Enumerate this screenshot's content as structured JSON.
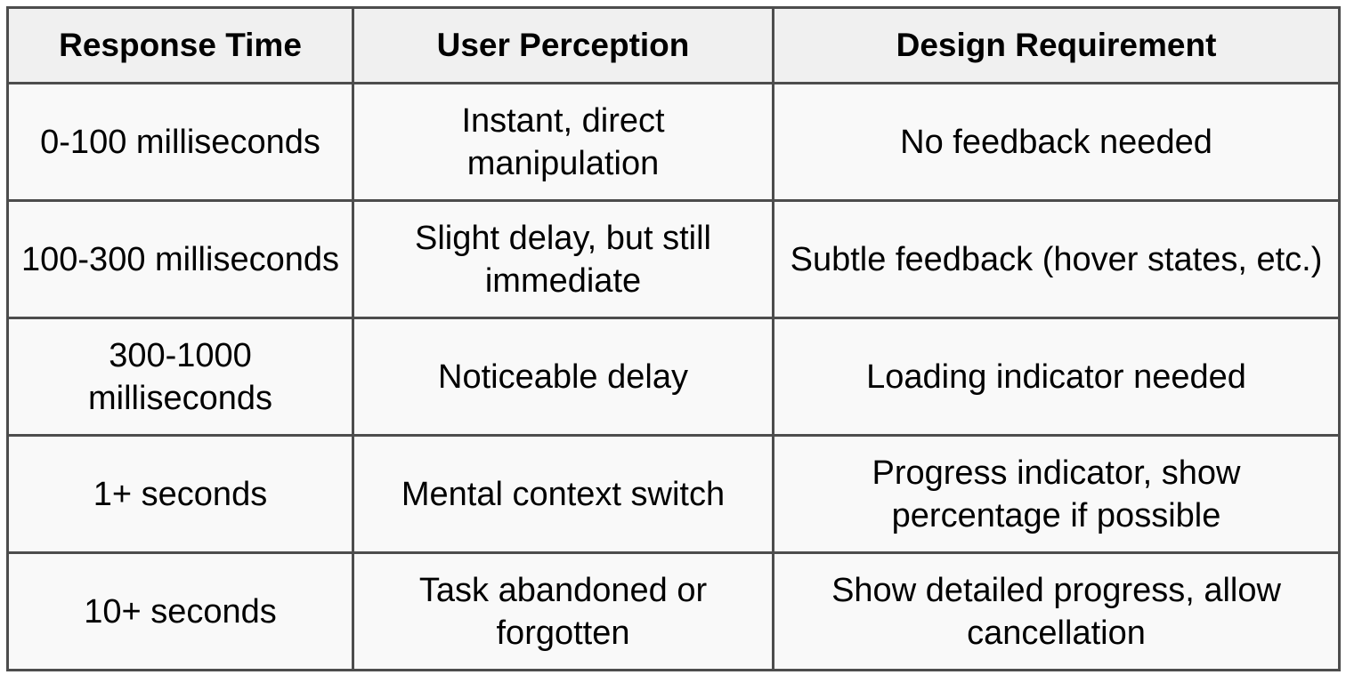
{
  "table": {
    "headers": [
      "Response Time",
      "User Perception",
      "Design Requirement"
    ],
    "rows": [
      [
        "0-100 milliseconds",
        "Instant, direct manipulation",
        "No feedback needed"
      ],
      [
        "100-300 milliseconds",
        "Slight delay, but still immediate",
        "Subtle feedback (hover states, etc.)"
      ],
      [
        "300-1000 milliseconds",
        "Noticeable delay",
        "Loading indicator needed"
      ],
      [
        "1+ seconds",
        "Mental context switch",
        "Progress indicator, show percentage if possible"
      ],
      [
        "10+ seconds",
        "Task abandoned or forgotten",
        "Show detailed progress, allow cancellation"
      ]
    ]
  }
}
